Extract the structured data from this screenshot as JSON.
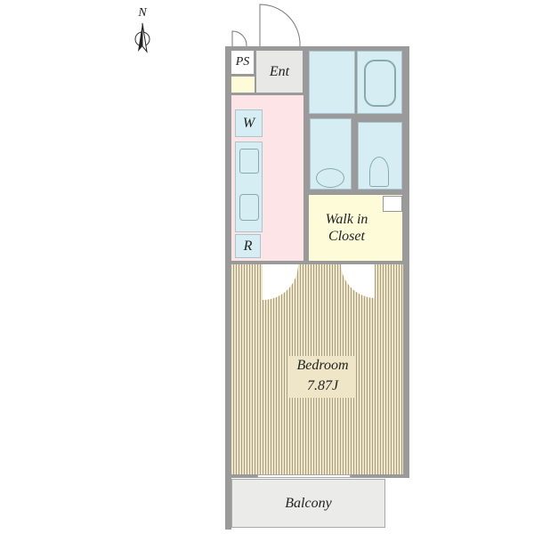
{
  "compass": {
    "label": "N"
  },
  "rooms": {
    "ps": "PS",
    "entrance": "Ent",
    "washer": "W",
    "refrigerator": "R",
    "walk_in_closet": "Walk in\nCloset",
    "bedroom": "Bedroom",
    "bedroom_size": "7.87J",
    "balcony": "Balcony"
  },
  "colors": {
    "kitchen": "#fde4e6",
    "wet_areas": "#d6eef3",
    "closet": "#fdfbd8",
    "entrance": "#e8e8e6",
    "bedroom": "#efe6c8"
  }
}
